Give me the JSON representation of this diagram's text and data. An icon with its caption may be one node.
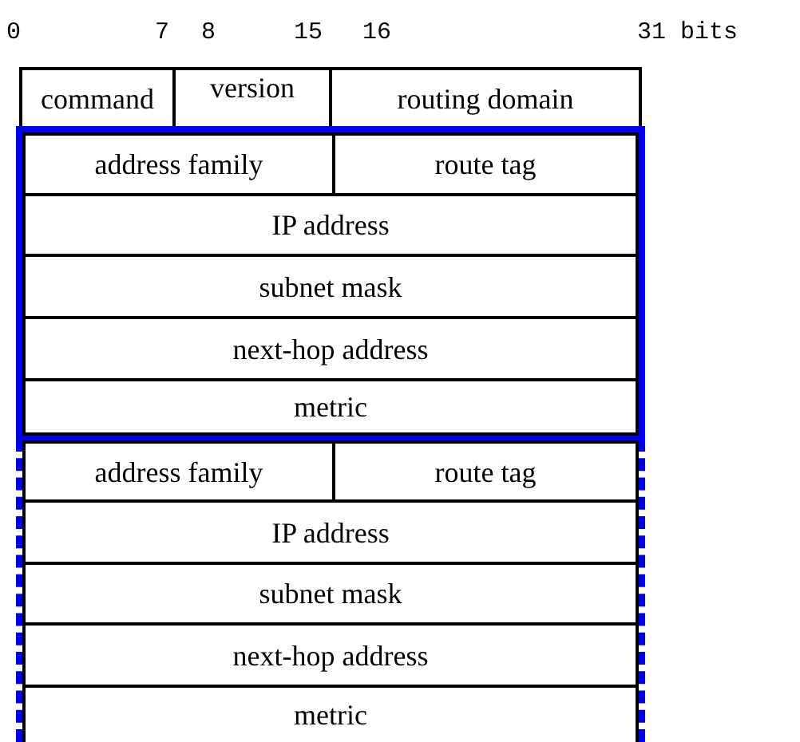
{
  "diagram": {
    "nodes": [
      {
        "text": [
          "command"
        ]
      },
      {
        "text": [
          "version"
        ]
      },
      {
        "text": [
          "routing domain"
        ]
      },
      {
        "text": [],
        "shape": "box"
      },
      {
        "text": [
          "address family"
        ],
        "in": 3
      },
      {
        "text": [
          "route tag"
        ],
        "in": 3
      },
      {
        "text": [
          "IP address"
        ],
        "in": 3
      },
      {
        "text": [
          "subnet mask"
        ],
        "in": 3
      },
      {
        "text": [
          "next-hop address"
        ],
        "in": 3
      },
      {
        "text": [
          "metric"
        ],
        "in": 3
      },
      {
        "text": [],
        "shape": "box"
      },
      {
        "text": [
          "address family"
        ],
        "in": 10
      },
      {
        "text": [
          "route tag"
        ],
        "in": 10
      },
      {
        "text": [
          "IP address"
        ],
        "in": 10
      },
      {
        "text": [
          "subnet mask"
        ],
        "in": 10
      },
      {
        "text": [
          "next-hop address"
        ],
        "in": 10
      },
      {
        "text": [
          "metric"
        ],
        "in": 10
      }
    ],
    "labels": [
      "0",
      "7",
      "8",
      "15",
      "16",
      "31 bits"
    ]
  }
}
